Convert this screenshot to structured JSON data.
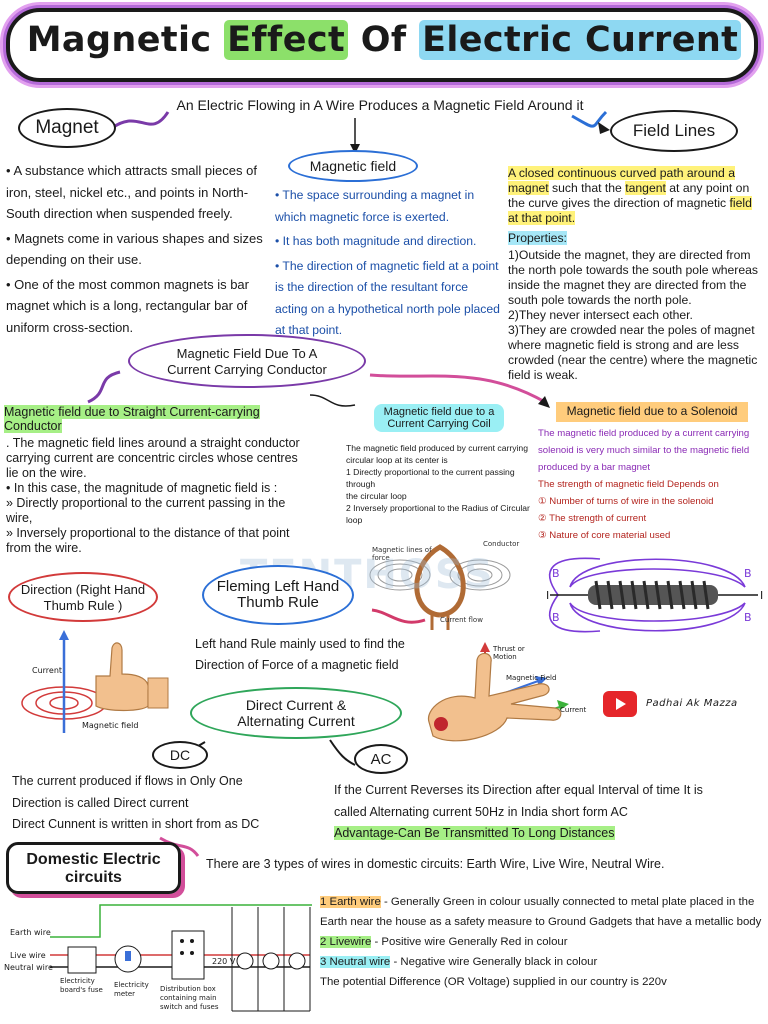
{
  "title": {
    "part1": "Magnetic ",
    "part2": "Effect",
    "part3": " Of ",
    "part4": "Electric Current"
  },
  "intro": "An Electric Flowing in A Wire Produces a Magnetic Field Around it",
  "magnet": {
    "heading": "Magnet",
    "points": [
      "• A substance which attracts small pieces of iron, steel, nickel etc., and points in North-South direction when suspended freely.",
      "• Magnets come in various shapes and sizes depending on their use.",
      "• One of the most common magnets is bar magnet which is a long, rectangular bar of uniform cross-section."
    ]
  },
  "magnetic_field": {
    "heading": "Magnetic field",
    "points": [
      "• The space surrounding a magnet in which magnetic force is exerted.",
      "• It has both magnitude and direction.",
      "• The direction of magnetic field at a point is the direction of the resultant force acting on a hypothetical north pole placed at that point."
    ]
  },
  "field_lines": {
    "heading": "Field Lines",
    "def_a": "A closed continuous curved path around a magnet",
    "def_b": " such that the ",
    "def_c": "tangent",
    "def_d": " at any point on the curve gives the direction of magnetic ",
    "def_e": "field at that point.",
    "properties_label": "Properties:",
    "p1": "1)Outside the magnet, they are directed from the north pole towards the south pole whereas inside the magnet they are directed from the south pole towards the north pole.",
    "p2": "2)They never intersect each other.",
    "p3": "3)They are crowded near the poles of magnet where magnetic field is strong and are less crowded (near the centre) where the magnetic field is weak."
  },
  "conductor": {
    "heading_line1": "Magnetic Field Due To A",
    "heading_line2": "Current Carrying Conductor"
  },
  "straight": {
    "heading": "Magnetic field due to Straight Current-carrying Conductor",
    "p1": ". The magnetic field lines around a straight conductor carrying current are concentric circles whose centres lie on the wire.",
    "p2": "• In this case, the magnitude of magnetic field is :",
    "p3": "» Directly proportional to the current passing in the wire,",
    "p4": "» Inversely proportional to the distance of that point from the wire."
  },
  "coil": {
    "heading_line1": "Magnetic field due to a",
    "heading_line2": "Current Carrying Coil",
    "p1": "The magnetic field produced by current carrying circular loop at its center is",
    "p2": "1 Directly proportional to the current passing through",
    "p3": "the circular loop",
    "p4": "2 Inversely proportional to the Radius of Circular loop",
    "lbl_lines": "Magnetic lines of force",
    "lbl_conductor": "Conductor",
    "lbl_flow": "Current flow"
  },
  "solenoid": {
    "heading": "Magnetic field due to a Solenoid",
    "p1": "The magnetic field produced by a current carrying solenoid is very much similar to the magnetic field produced by a bar magnet",
    "p2": "The strength of magnetic field Depends on",
    "items": [
      "① Number of turns of wire in the solenoid",
      "② The strength of current",
      "③ Nature of core material used"
    ],
    "b": "B",
    "i": "I"
  },
  "watermark": "TENTHOSS",
  "direction": {
    "heading_line1": "Direction (Right Hand",
    "heading_line2": "Thumb Rule )",
    "lbl_current": "Current",
    "lbl_field": "Magnetic field"
  },
  "fleming": {
    "heading_line1": "Fleming Left Hand",
    "heading_line2": "Thumb Rule",
    "text": "Left hand Rule mainly used to find the Direction of Force of a magnetic field",
    "lbl_thrust": "Thrust or Motion",
    "lbl_field": "Magnetic Field",
    "lbl_current": "Current"
  },
  "channel": "Padhai Ak Mazza",
  "dcac": {
    "heading_line1": "Direct Current &",
    "heading_line2": "Alternating Current",
    "dc": "DC",
    "ac": "AC",
    "dc_l1": "The current produced if flows in Only One",
    "dc_l2": "Direction is called Direct current",
    "dc_l3": "Direct Cunnent is written in short from as DC",
    "ac_l1": "If the Current Reverses its Direction after equal Interval of time It is",
    "ac_l2": "called Alternating current 50Hz in India short form AC",
    "ac_l3": "Advantage-Can Be Transmitted To Long Distances"
  },
  "domestic": {
    "heading_line1": "Domestic Electric",
    "heading_line2": "circuits",
    "intro": "There are 3 types of wires in domestic circuits: Earth Wire, Live Wire, Neutral Wire.",
    "earth_label": "1 Earth wire",
    "earth_text": " - Generally Green in colour usually connected to metal plate placed in the Earth near the house as a safety measure to Ground Gadgets that have a metallic body",
    "live_label": "2 Livewire",
    "live_text": " - Positive wire Generally Red in colour",
    "neutral_label": "3 Neutral wire",
    "neutral_text": " - Negative wire Generally black in colour",
    "potential": "The potential Difference (OR Voltage) supplied in our country is 220v",
    "d_earth": "Earth wire",
    "d_live": "Live wire",
    "d_neutral": "Neutral wire",
    "d_fuse": "Electricity board's fuse",
    "d_meter": "Electricity meter",
    "d_box": "Distribution box containing main switch and fuses",
    "d_volt": "220 V"
  }
}
